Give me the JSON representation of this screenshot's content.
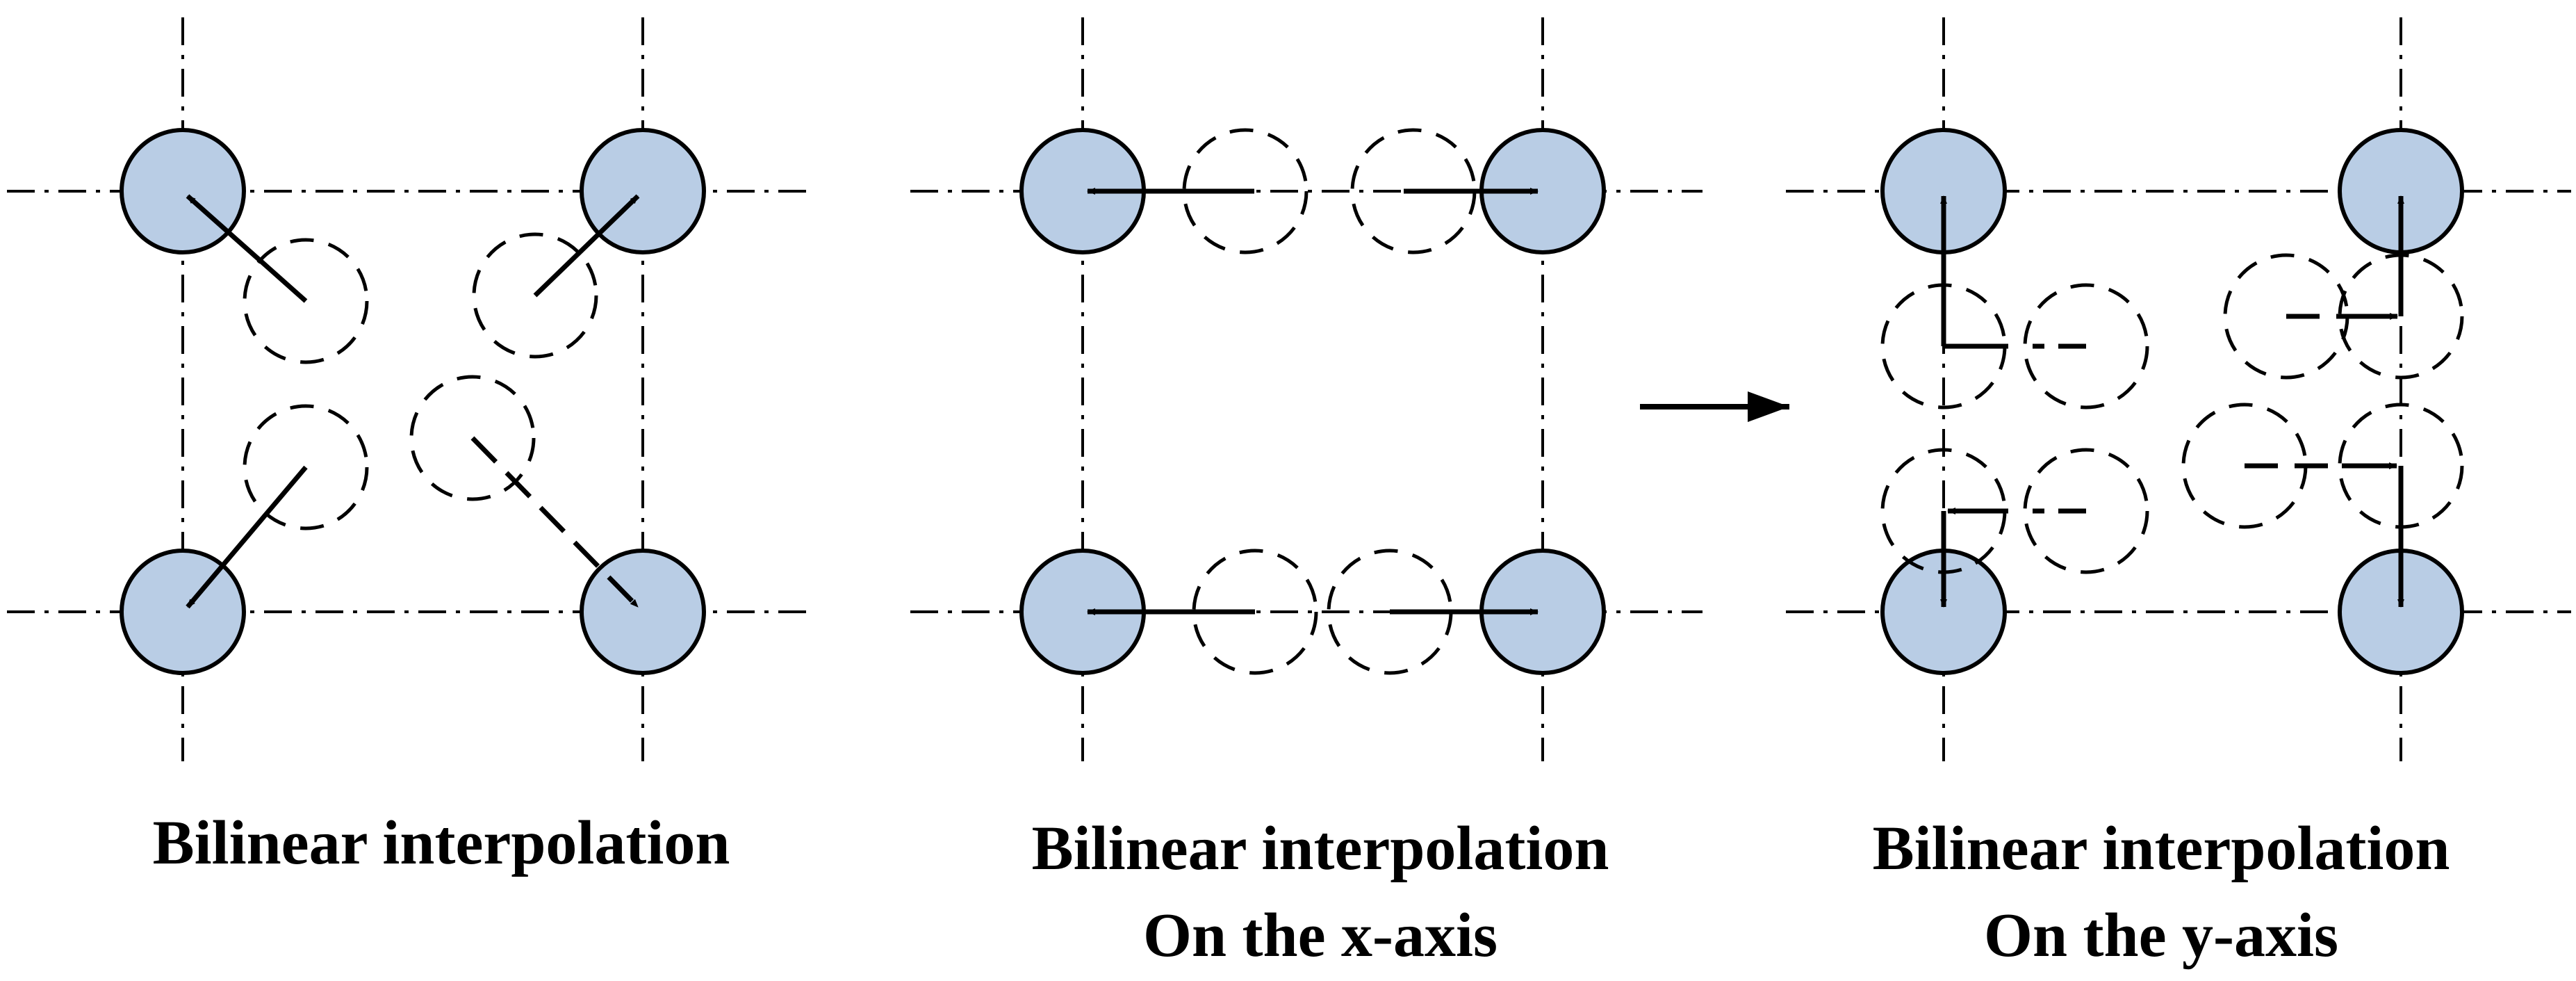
{
  "colors": {
    "node_fill": "#b9cde5",
    "stroke": "#000000",
    "background": "#ffffff"
  },
  "panels": [
    {
      "caption_lines": [
        "Bilinear interpolation"
      ]
    },
    {
      "caption_lines": [
        "Bilinear interpolation",
        "On the x-axis"
      ]
    },
    {
      "caption_lines": [
        "Bilinear interpolation",
        "On the y-axis"
      ]
    }
  ]
}
